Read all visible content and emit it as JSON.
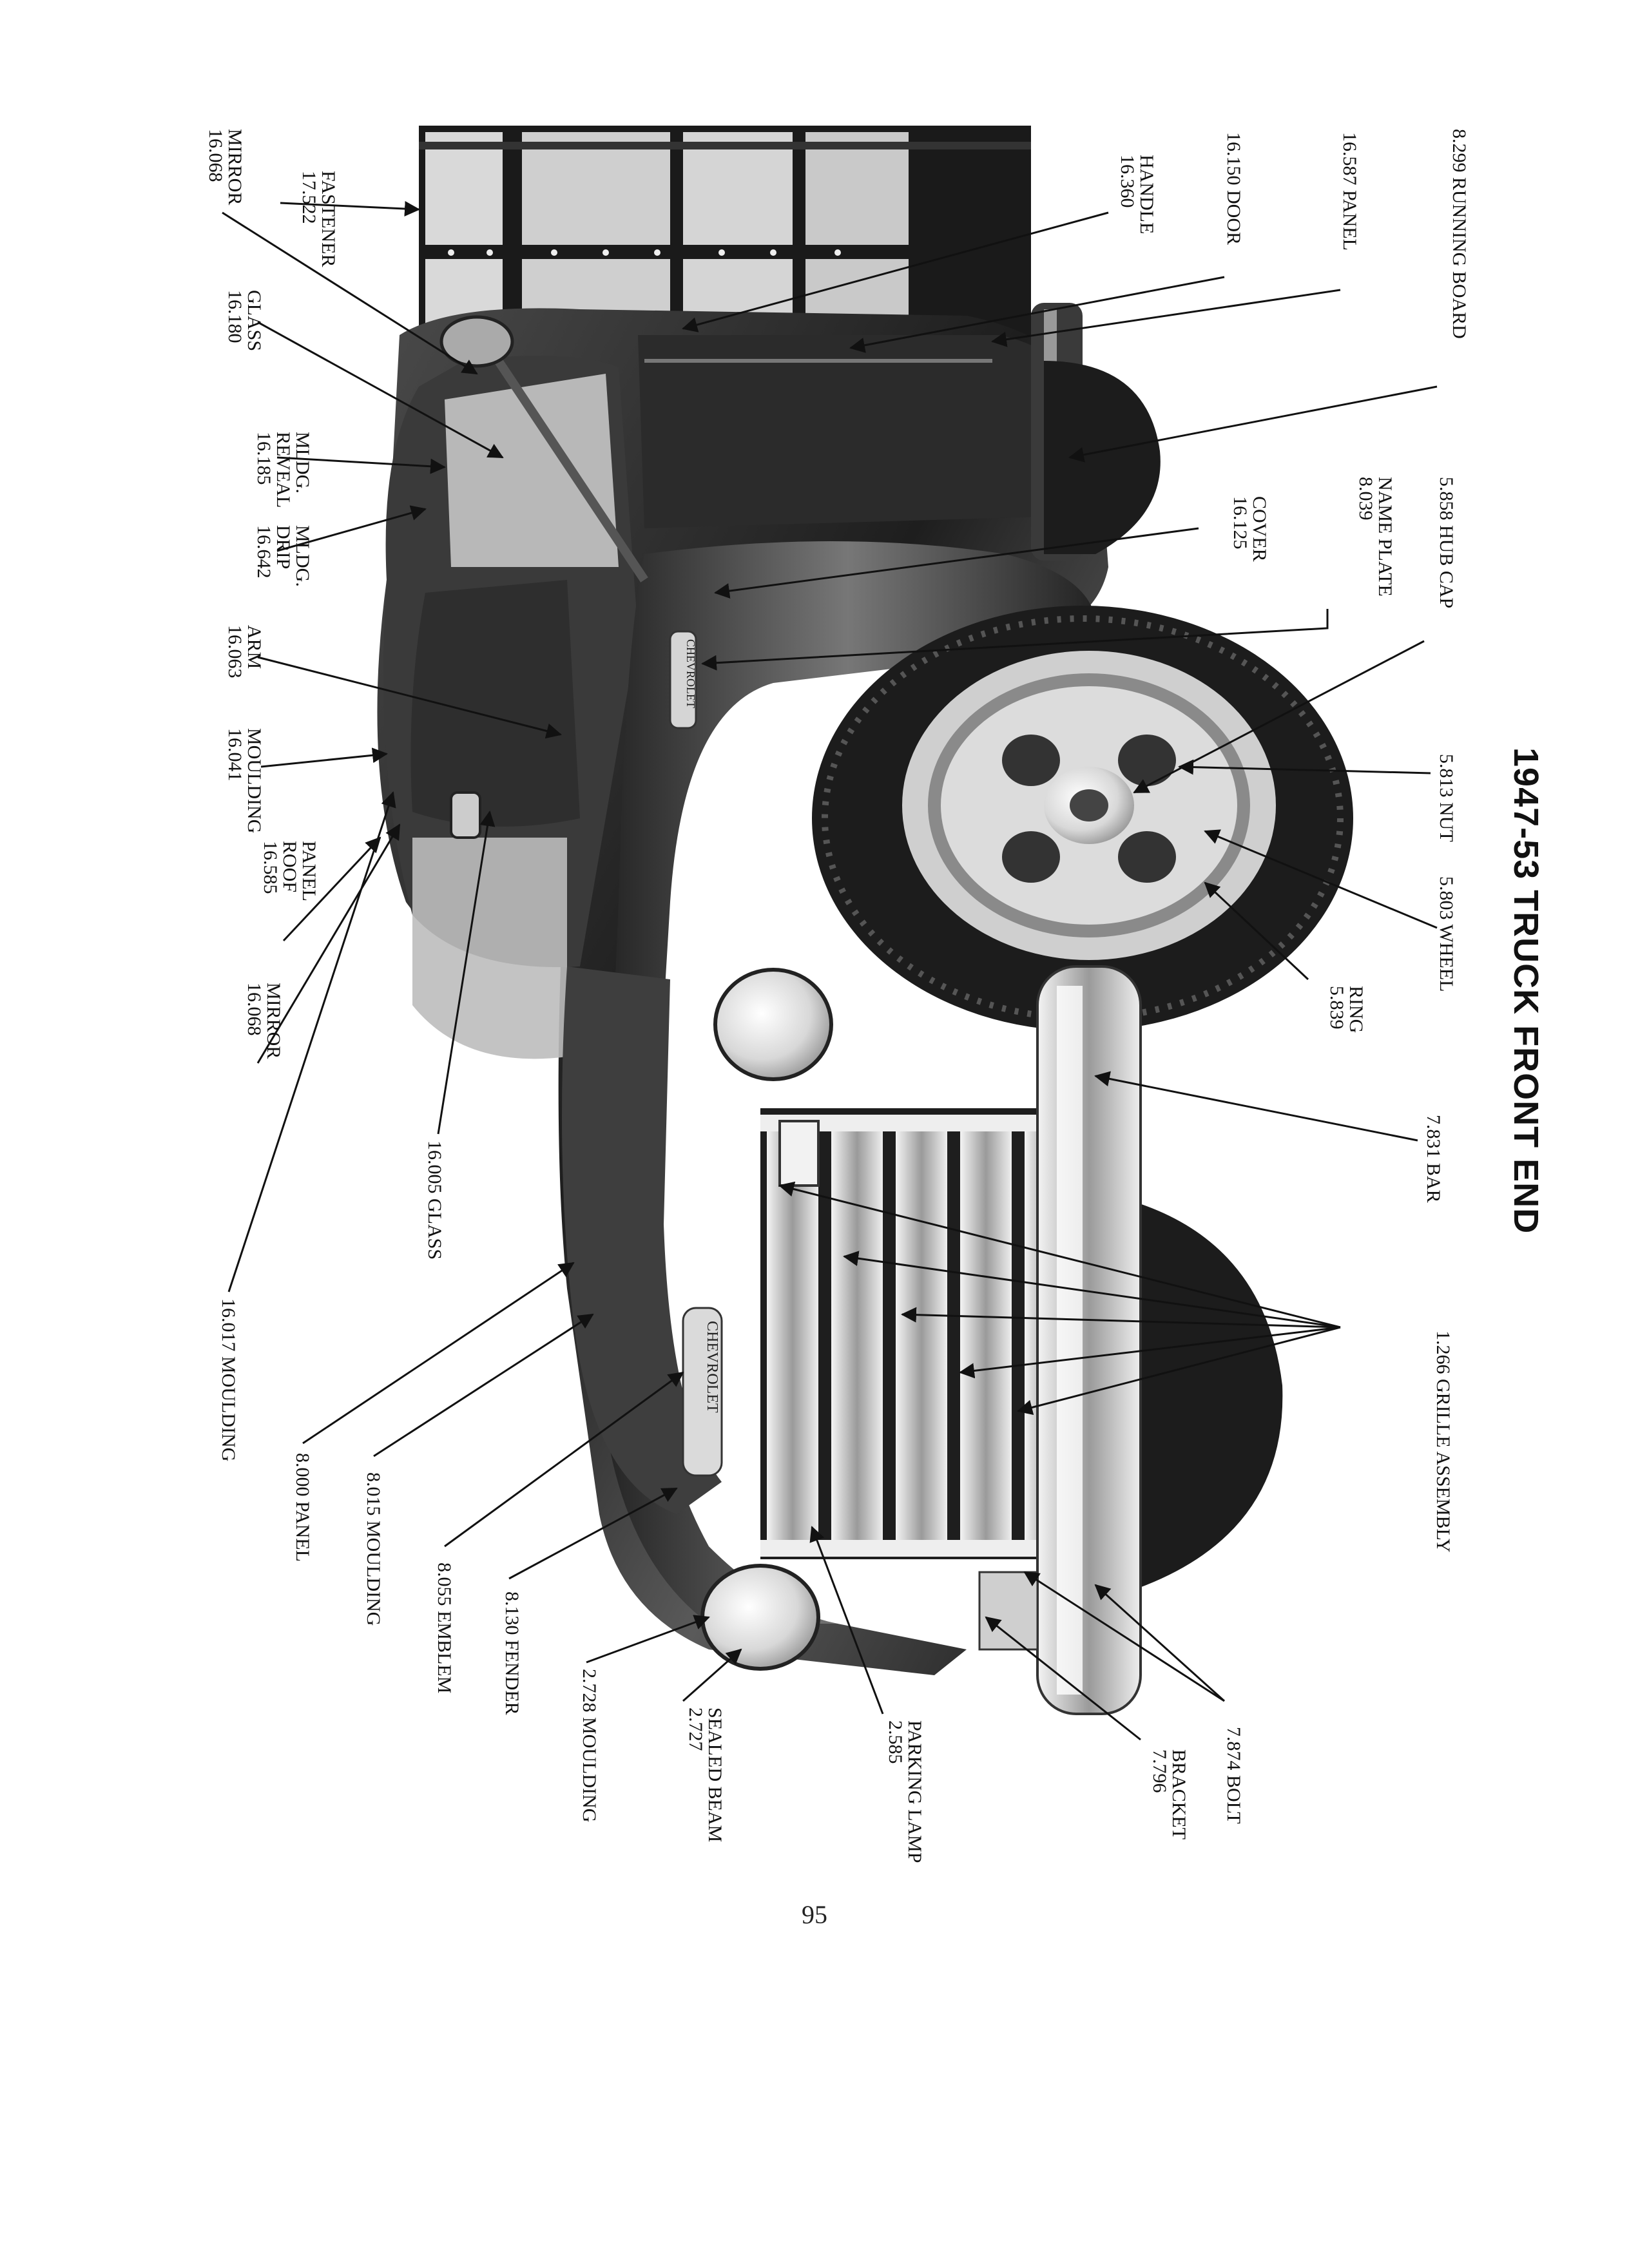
{
  "page": {
    "title": "1947-53 TRUCK FRONT END",
    "page_number": "95"
  },
  "callouts": [
    {
      "id": "mirror-top",
      "lines": [
        "16.068",
        "MIRROR"
      ]
    },
    {
      "id": "fastener",
      "lines": [
        "17.522",
        "FASTENER"
      ]
    },
    {
      "id": "glass-top",
      "lines": [
        "16.180",
        "GLASS"
      ]
    },
    {
      "id": "reveal-mldg",
      "lines": [
        "16.185",
        "REVEAL",
        "MLDG."
      ]
    },
    {
      "id": "drip-mldg",
      "lines": [
        "16.642",
        "DRIP",
        "MLDG."
      ]
    },
    {
      "id": "arm",
      "lines": [
        "16.063",
        "ARM"
      ]
    },
    {
      "id": "moulding-041",
      "lines": [
        "16.041",
        "MOULDING"
      ]
    },
    {
      "id": "roof-panel",
      "lines": [
        "16.585",
        "ROOF",
        "PANEL"
      ]
    },
    {
      "id": "mirror-left",
      "lines": [
        "16.068",
        "MIRROR"
      ]
    },
    {
      "id": "glass-005",
      "lines": [
        "16.005 GLASS"
      ]
    },
    {
      "id": "moulding-017",
      "lines": [
        "16.017 MOULDING"
      ]
    },
    {
      "id": "panel-8000",
      "lines": [
        "8.000 PANEL"
      ]
    },
    {
      "id": "moulding-8015",
      "lines": [
        "8.015 MOULDING"
      ]
    },
    {
      "id": "emblem",
      "lines": [
        "8.055 EMBLEM"
      ]
    },
    {
      "id": "fender",
      "lines": [
        "8.130 FENDER"
      ]
    },
    {
      "id": "moulding-2728",
      "lines": [
        "2.728 MOULDING"
      ]
    },
    {
      "id": "sealed-beam",
      "lines": [
        "2.727",
        "SEALED BEAM"
      ]
    },
    {
      "id": "parking-lamp",
      "lines": [
        "2.585",
        "PARKING LAMP"
      ]
    },
    {
      "id": "bracket",
      "lines": [
        "7.796",
        "BRACKET"
      ]
    },
    {
      "id": "bolt",
      "lines": [
        "7.874 BOLT"
      ]
    },
    {
      "id": "grille",
      "lines": [
        "1.266 GRILLE ASSEMBLY"
      ]
    },
    {
      "id": "bar",
      "lines": [
        "7.831 BAR"
      ]
    },
    {
      "id": "ring",
      "lines": [
        "5.839",
        "RING"
      ]
    },
    {
      "id": "wheel",
      "lines": [
        "5.803 WHEEL"
      ]
    },
    {
      "id": "nut",
      "lines": [
        "5.813 NUT"
      ]
    },
    {
      "id": "hub-cap",
      "lines": [
        "5.858 HUB CAP"
      ]
    },
    {
      "id": "name-plate",
      "lines": [
        "8.039",
        "NAME PLATE"
      ]
    },
    {
      "id": "cover",
      "lines": [
        "16.125",
        "COVER"
      ]
    },
    {
      "id": "running-board",
      "lines": [
        "8.299 RUNNING BOARD"
      ]
    },
    {
      "id": "panel-16587",
      "lines": [
        "16.587 PANEL"
      ]
    },
    {
      "id": "door",
      "lines": [
        "16.150 DOOR"
      ]
    },
    {
      "id": "handle",
      "lines": [
        "16.360",
        "HANDLE"
      ]
    }
  ],
  "truck_text": {
    "grille_script": "CHEVROLET",
    "fender_script": "CHEVROLET"
  },
  "colors": {
    "body": "#2a2a2a",
    "body_highlight": "#6e6e6e",
    "chrome": "#e6e6e6",
    "tire": "#1c1c1c"
  }
}
